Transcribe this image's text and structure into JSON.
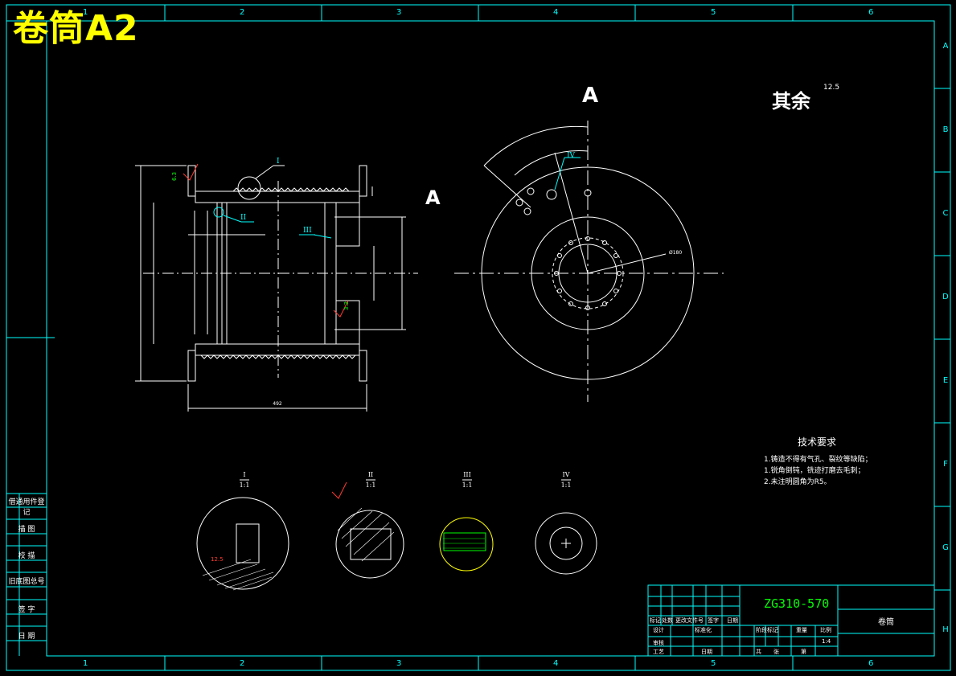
{
  "drawing": {
    "title": "卷筒A2",
    "view_label": "A",
    "section_arrow_label": "A",
    "surface_finish_note": "其余",
    "surface_finish_value": "12.5",
    "technical_requirements": {
      "title": "技术要求",
      "items": [
        "1.铸造不得有气孔、裂纹等缺陷；",
        "1.锐角倒钝，铣迹打磨去毛刺；",
        "2.未注明圆角为R5。"
      ]
    },
    "detail_views": [
      {
        "id": "I",
        "scale": "1:1"
      },
      {
        "id": "II",
        "scale": "1:1"
      },
      {
        "id": "III",
        "scale": "1:1"
      },
      {
        "id": "IV",
        "scale": "1:1"
      }
    ],
    "dimensions": {
      "overall_length": "492",
      "roughness_a": "6.3",
      "roughness_b": "3.2",
      "roughness_c": "12.5",
      "bolt_circle": "Ø180"
    }
  },
  "side_table": [
    "借通用件登记",
    "描 图",
    "校 描",
    "旧底图总号",
    "签 字",
    "日 期"
  ],
  "grid": {
    "columns": [
      "1",
      "2",
      "3",
      "4",
      "5",
      "6"
    ],
    "rows": [
      "A",
      "B",
      "C",
      "D",
      "E",
      "F",
      "G",
      "H"
    ]
  },
  "title_block": {
    "drawing_code": "ZG310-570",
    "part_name": "卷筒",
    "scale": "1:4",
    "header_labels": [
      "标记",
      "处数",
      "更改文件号",
      "签字",
      "日期"
    ],
    "labels": {
      "design": "设计",
      "standardization": "标准化",
      "review": "审核",
      "process": "工艺",
      "approve": "日期",
      "stage_mark": "阶段标记",
      "weight": "重量",
      "scale_label": "比例",
      "sheet_total": "共",
      "sheet": "张",
      "page": "第"
    }
  },
  "colors": {
    "frame": "#00ffff",
    "lines": "#ffffff",
    "dims": "#ffffff",
    "green": "#00ff00",
    "red": "#ff3b30",
    "yellow": "#ffff00"
  }
}
